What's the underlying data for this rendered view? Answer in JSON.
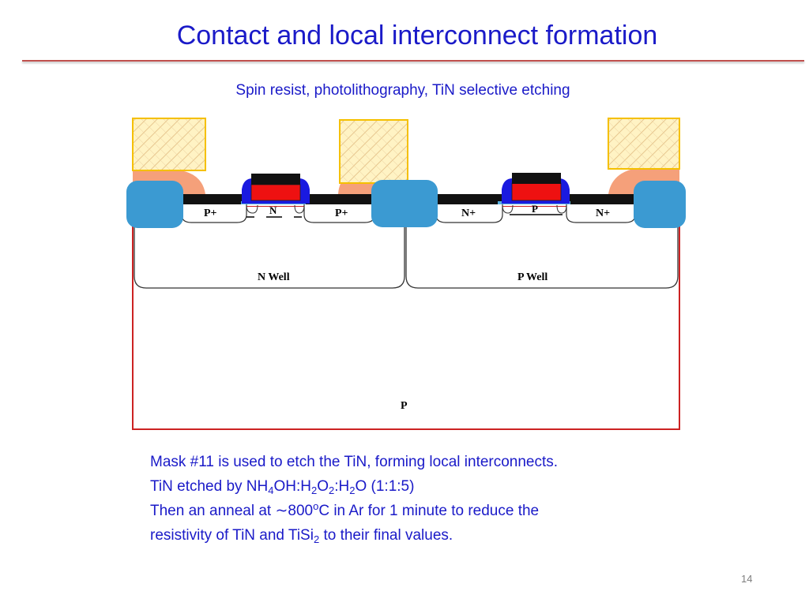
{
  "slide": {
    "title": "Contact and local interconnect formation",
    "subtitle": "Spin resist, photolithography, TiN selective etching",
    "page_number": "14"
  },
  "diagram": {
    "labels": {
      "p_plus_left": "P+",
      "n_channel": "N",
      "p_plus_right": "P+",
      "n_plus_left": "N+",
      "p_channel": "P",
      "n_plus_right": "N+",
      "n_well": "N Well",
      "p_well": "P Well",
      "substrate": "P"
    },
    "colors": {
      "resist_fill": "#fff3c4",
      "resist_border": "#f5c000",
      "tin": "#f5a07a",
      "field_oxide": "#3b9ad2",
      "silicide": "#111111",
      "polysilicon": "#ee1111",
      "spacer": "#1a1ae0",
      "substrate_border": "#cc2222"
    }
  },
  "body": {
    "line1": "Mask #11 is used to etch the TiN, forming local interconnects.",
    "line2_prefix": "TiN etched by NH",
    "line2_sub1": "4",
    "line2_mid1": "OH:H",
    "line2_sub2": "2",
    "line2_mid2": "O",
    "line2_sub3": "2",
    "line2_mid3": ":H",
    "line2_sub4": "2",
    "line2_suffix": "O (1:1:5)",
    "line3_prefix": "Then an anneal at ∼800",
    "line3_sup": "o",
    "line3_suffix": "C in Ar for 1 minute to reduce the",
    "line4_prefix": "resistivity  of TiN and TiSi",
    "line4_sub": "2",
    "line4_suffix": " to their final values."
  }
}
